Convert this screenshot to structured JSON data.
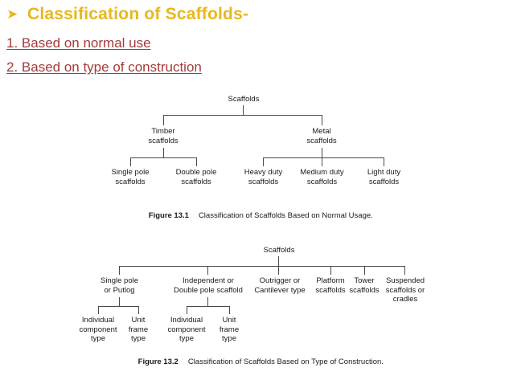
{
  "slide": {
    "bullet_glyph": "➤",
    "heading": "Classification of Scaffolds-",
    "heading_color": "#e8b71d",
    "list_color": "#a53a3a",
    "items": [
      {
        "text": "1. Based on normal use"
      },
      {
        "text": "2. Based on type of construction"
      }
    ]
  },
  "figure1": {
    "caption_label": "Figure 13.1",
    "caption_text": "Classification of Scaffolds Based on Normal Usage.",
    "root": "Scaffolds",
    "level2": [
      {
        "label": "Timber\nscaffolds"
      },
      {
        "label": "Metal\nscaffolds"
      }
    ],
    "level3_timber": [
      {
        "label": "Single pole\nscaffolds"
      },
      {
        "label": "Double pole\nscaffolds"
      }
    ],
    "level3_metal": [
      {
        "label": "Heavy duty\nscaffolds"
      },
      {
        "label": "Medium duty\nscaffolds"
      },
      {
        "label": "Light duty\nscaffolds"
      }
    ]
  },
  "figure2": {
    "caption_label": "Figure 13.2",
    "caption_text": "Classification of Scaffolds Based on Type of Construction.",
    "root": "Scaffolds",
    "level2": [
      {
        "label": "Single pole\nor Putlog"
      },
      {
        "label": "Independent or\nDouble pole scaffold"
      },
      {
        "label": "Outrigger or\nCantilever type"
      },
      {
        "label": "Platform\nscaffolds"
      },
      {
        "label": "Tower\nscaffolds"
      },
      {
        "label": "Suspended\nscaffolds or\ncradles"
      }
    ],
    "level3_a": [
      {
        "label": "Individual\ncomponent\ntype"
      },
      {
        "label": "Unit\nframe\ntype"
      }
    ],
    "level3_b": [
      {
        "label": "Individual\ncomponent\ntype"
      },
      {
        "label": "Unit\nframe\ntype"
      }
    ]
  }
}
